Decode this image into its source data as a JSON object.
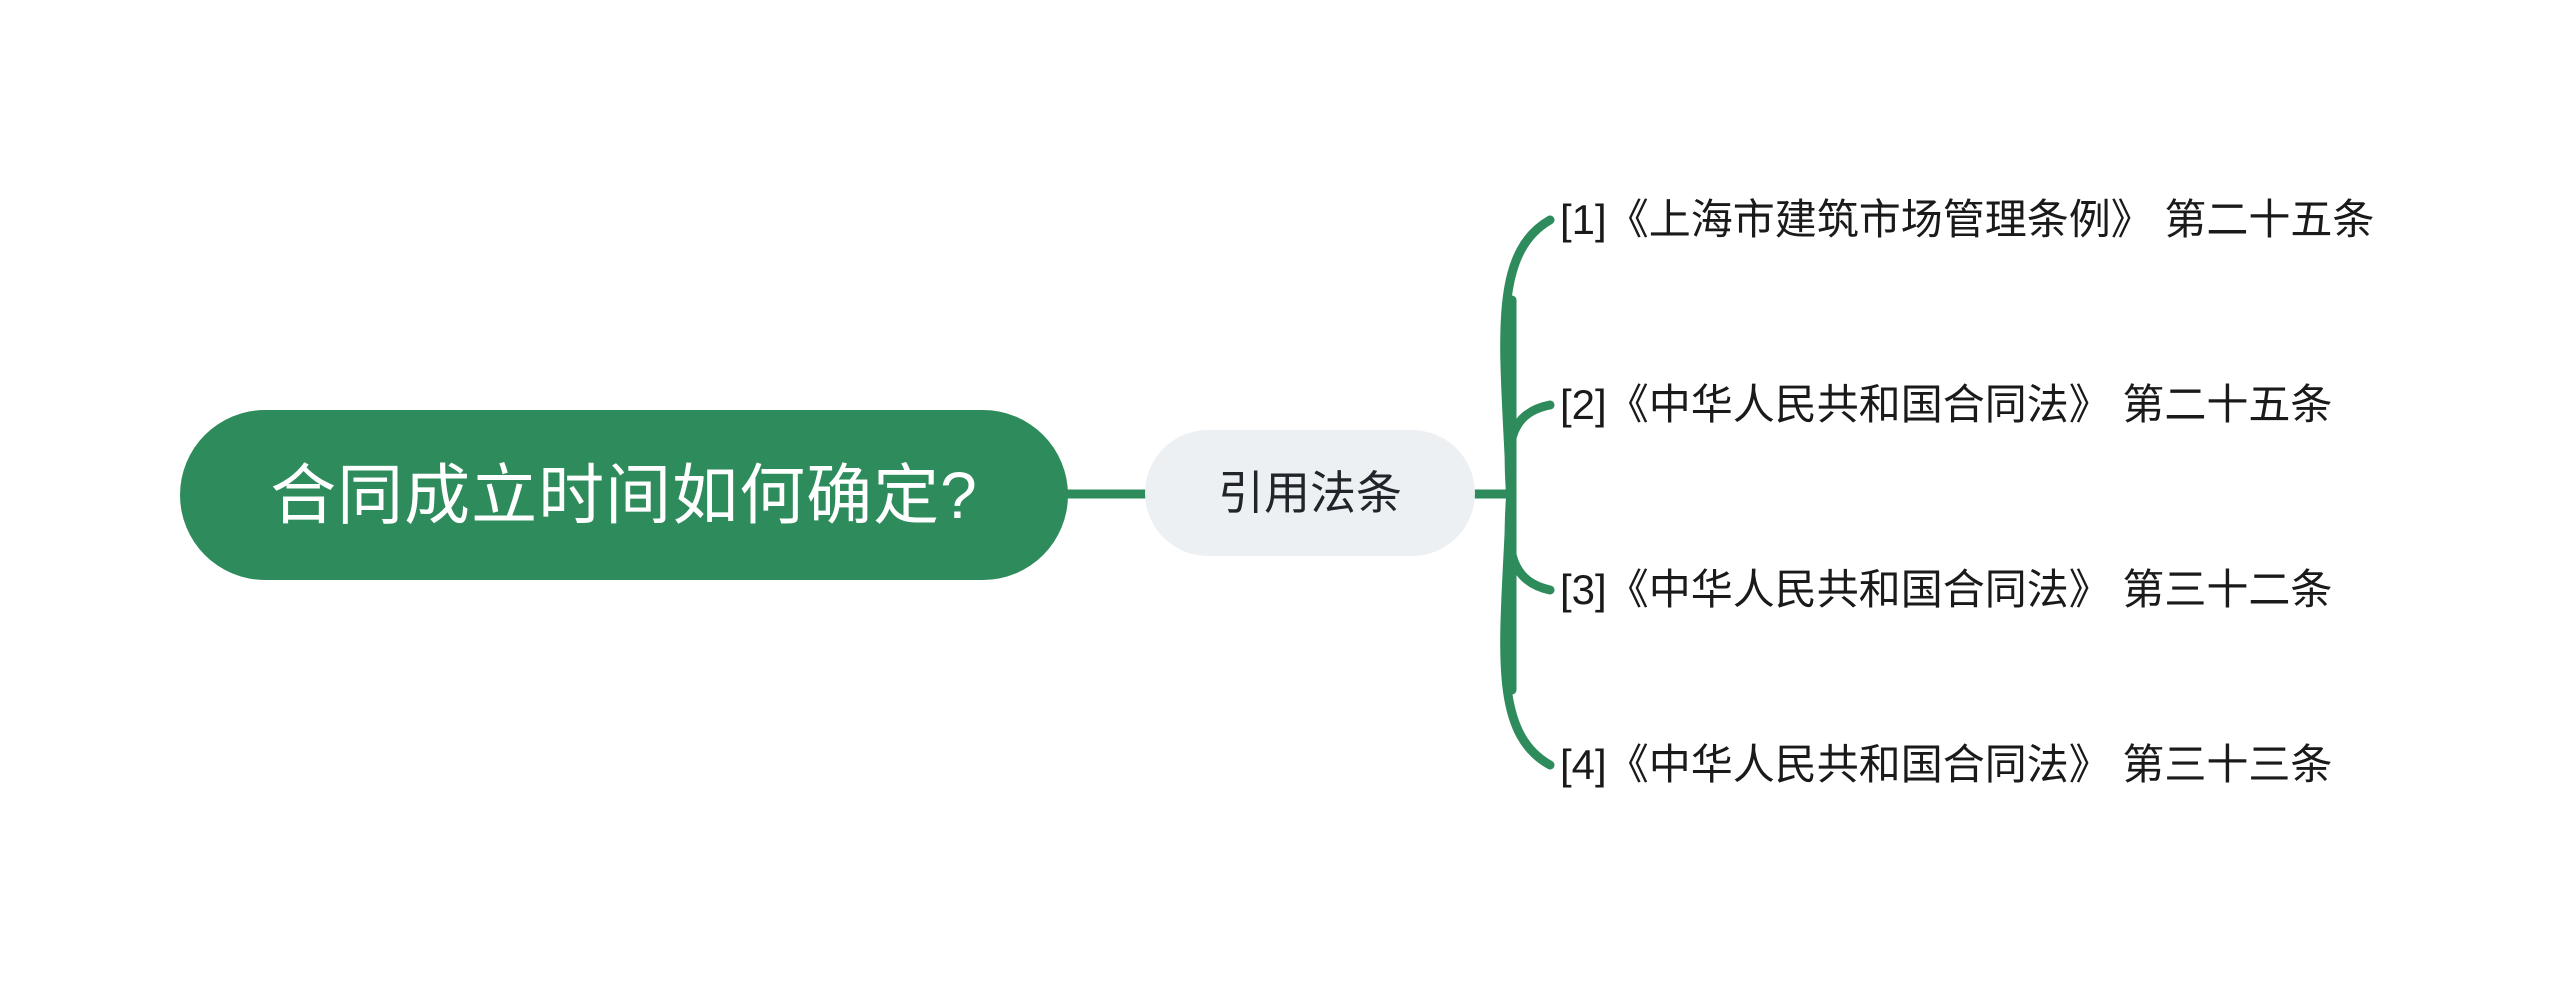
{
  "diagram": {
    "type": "mind-map",
    "orientation": "left-to-right",
    "background_color": "#FFFFFF",
    "accent_color": "#2E8B5C",
    "branch_node_color": "#EDF0F3",
    "root": {
      "label": "合同成立时间如何确定?",
      "text_color": "#FFFFFF",
      "fill_color": "#2E8B5C"
    },
    "branch": {
      "label": "引用法条",
      "text_color": "#20252B",
      "fill_color": "#EDF0F3"
    },
    "leaves": [
      {
        "index": "[1]",
        "title": "《上海市建筑市场管理条例》",
        "article": "第二十五条",
        "text": "[1]《上海市建筑市场管理条例》 第二十五条"
      },
      {
        "index": "[2]",
        "title": "《中华人民共和国合同法》",
        "article": "第二十五条",
        "text": "[2]《中华人民共和国合同法》 第二十五条"
      },
      {
        "index": "[3]",
        "title": "《中华人民共和国合同法》",
        "article": "第三十二条",
        "text": "[3]《中华人民共和国合同法》 第三十二条"
      },
      {
        "index": "[4]",
        "title": "《中华人民共和国合同法》",
        "article": "第三十三条",
        "text": "[4]《中华人民共和国合同法》 第三十三条"
      }
    ]
  }
}
